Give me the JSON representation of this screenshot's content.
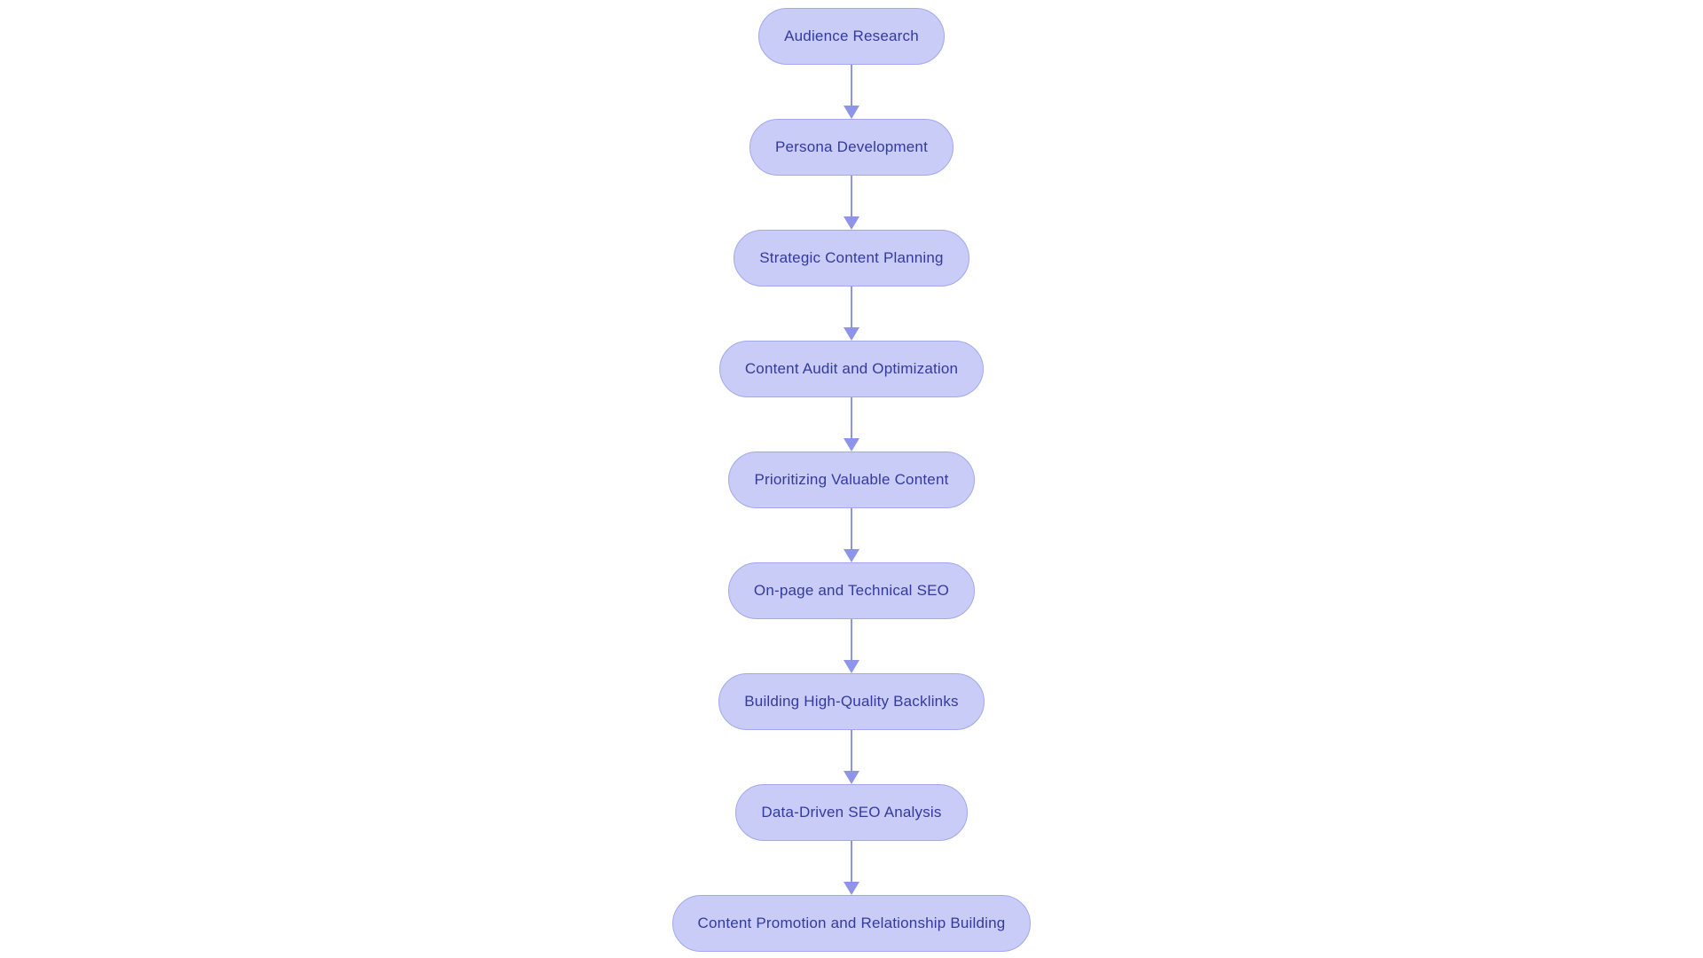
{
  "diagram": {
    "type": "flowchart",
    "direction": "top-down",
    "nodes": [
      {
        "id": "audience-research",
        "label": "Audience Research"
      },
      {
        "id": "persona-development",
        "label": "Persona Development"
      },
      {
        "id": "strategic-content-planning",
        "label": "Strategic Content Planning"
      },
      {
        "id": "content-audit-and-optimization",
        "label": "Content Audit and Optimization"
      },
      {
        "id": "prioritizing-valuable-content",
        "label": "Prioritizing Valuable Content"
      },
      {
        "id": "on-page-and-technical-seo",
        "label": "On-page and Technical SEO"
      },
      {
        "id": "building-high-quality-backlinks",
        "label": "Building High-Quality Backlinks"
      },
      {
        "id": "data-driven-seo-analysis",
        "label": "Data-Driven SEO Analysis"
      },
      {
        "id": "content-promotion-and-relationship-building",
        "label": "Content Promotion and Relationship Building"
      }
    ],
    "edges": [
      {
        "from": "audience-research",
        "to": "persona-development"
      },
      {
        "from": "persona-development",
        "to": "strategic-content-planning"
      },
      {
        "from": "strategic-content-planning",
        "to": "content-audit-and-optimization"
      },
      {
        "from": "content-audit-and-optimization",
        "to": "prioritizing-valuable-content"
      },
      {
        "from": "prioritizing-valuable-content",
        "to": "on-page-and-technical-seo"
      },
      {
        "from": "on-page-and-technical-seo",
        "to": "building-high-quality-backlinks"
      },
      {
        "from": "building-high-quality-backlinks",
        "to": "data-driven-seo-analysis"
      },
      {
        "from": "data-driven-seo-analysis",
        "to": "content-promotion-and-relationship-building"
      }
    ],
    "colors": {
      "node_fill": "#c9ccf7",
      "node_border": "#a2a8ee",
      "node_text": "#333a9e",
      "arrow": "#8e95e8",
      "background": "#ffffff"
    }
  }
}
